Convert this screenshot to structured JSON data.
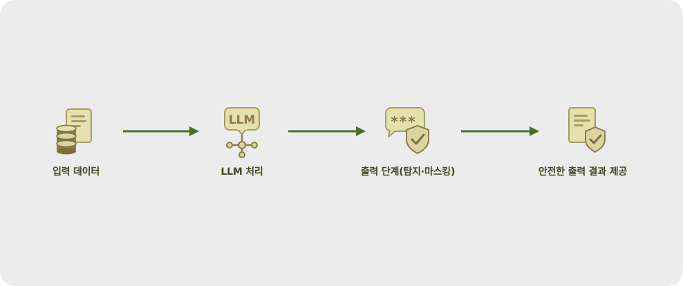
{
  "colors": {
    "background": "#ececec",
    "label_text": "#3d4a22",
    "arrow": "#4d6b26",
    "icon_fill": "#e3e2ae",
    "icon_outline": "#a89a63",
    "icon_dark": "#7c6f3f"
  },
  "steps": [
    {
      "icon": "database-document-icon",
      "label": "입력 데이터"
    },
    {
      "icon": "llm-network-icon",
      "icon_text": "LLM",
      "label": "LLM 처리"
    },
    {
      "icon": "masked-chat-shield-icon",
      "icon_text": "***",
      "label": "출력 단계(탐지·마스킹)"
    },
    {
      "icon": "document-shield-icon",
      "label": "안전한 출력 결과 제공"
    }
  ]
}
